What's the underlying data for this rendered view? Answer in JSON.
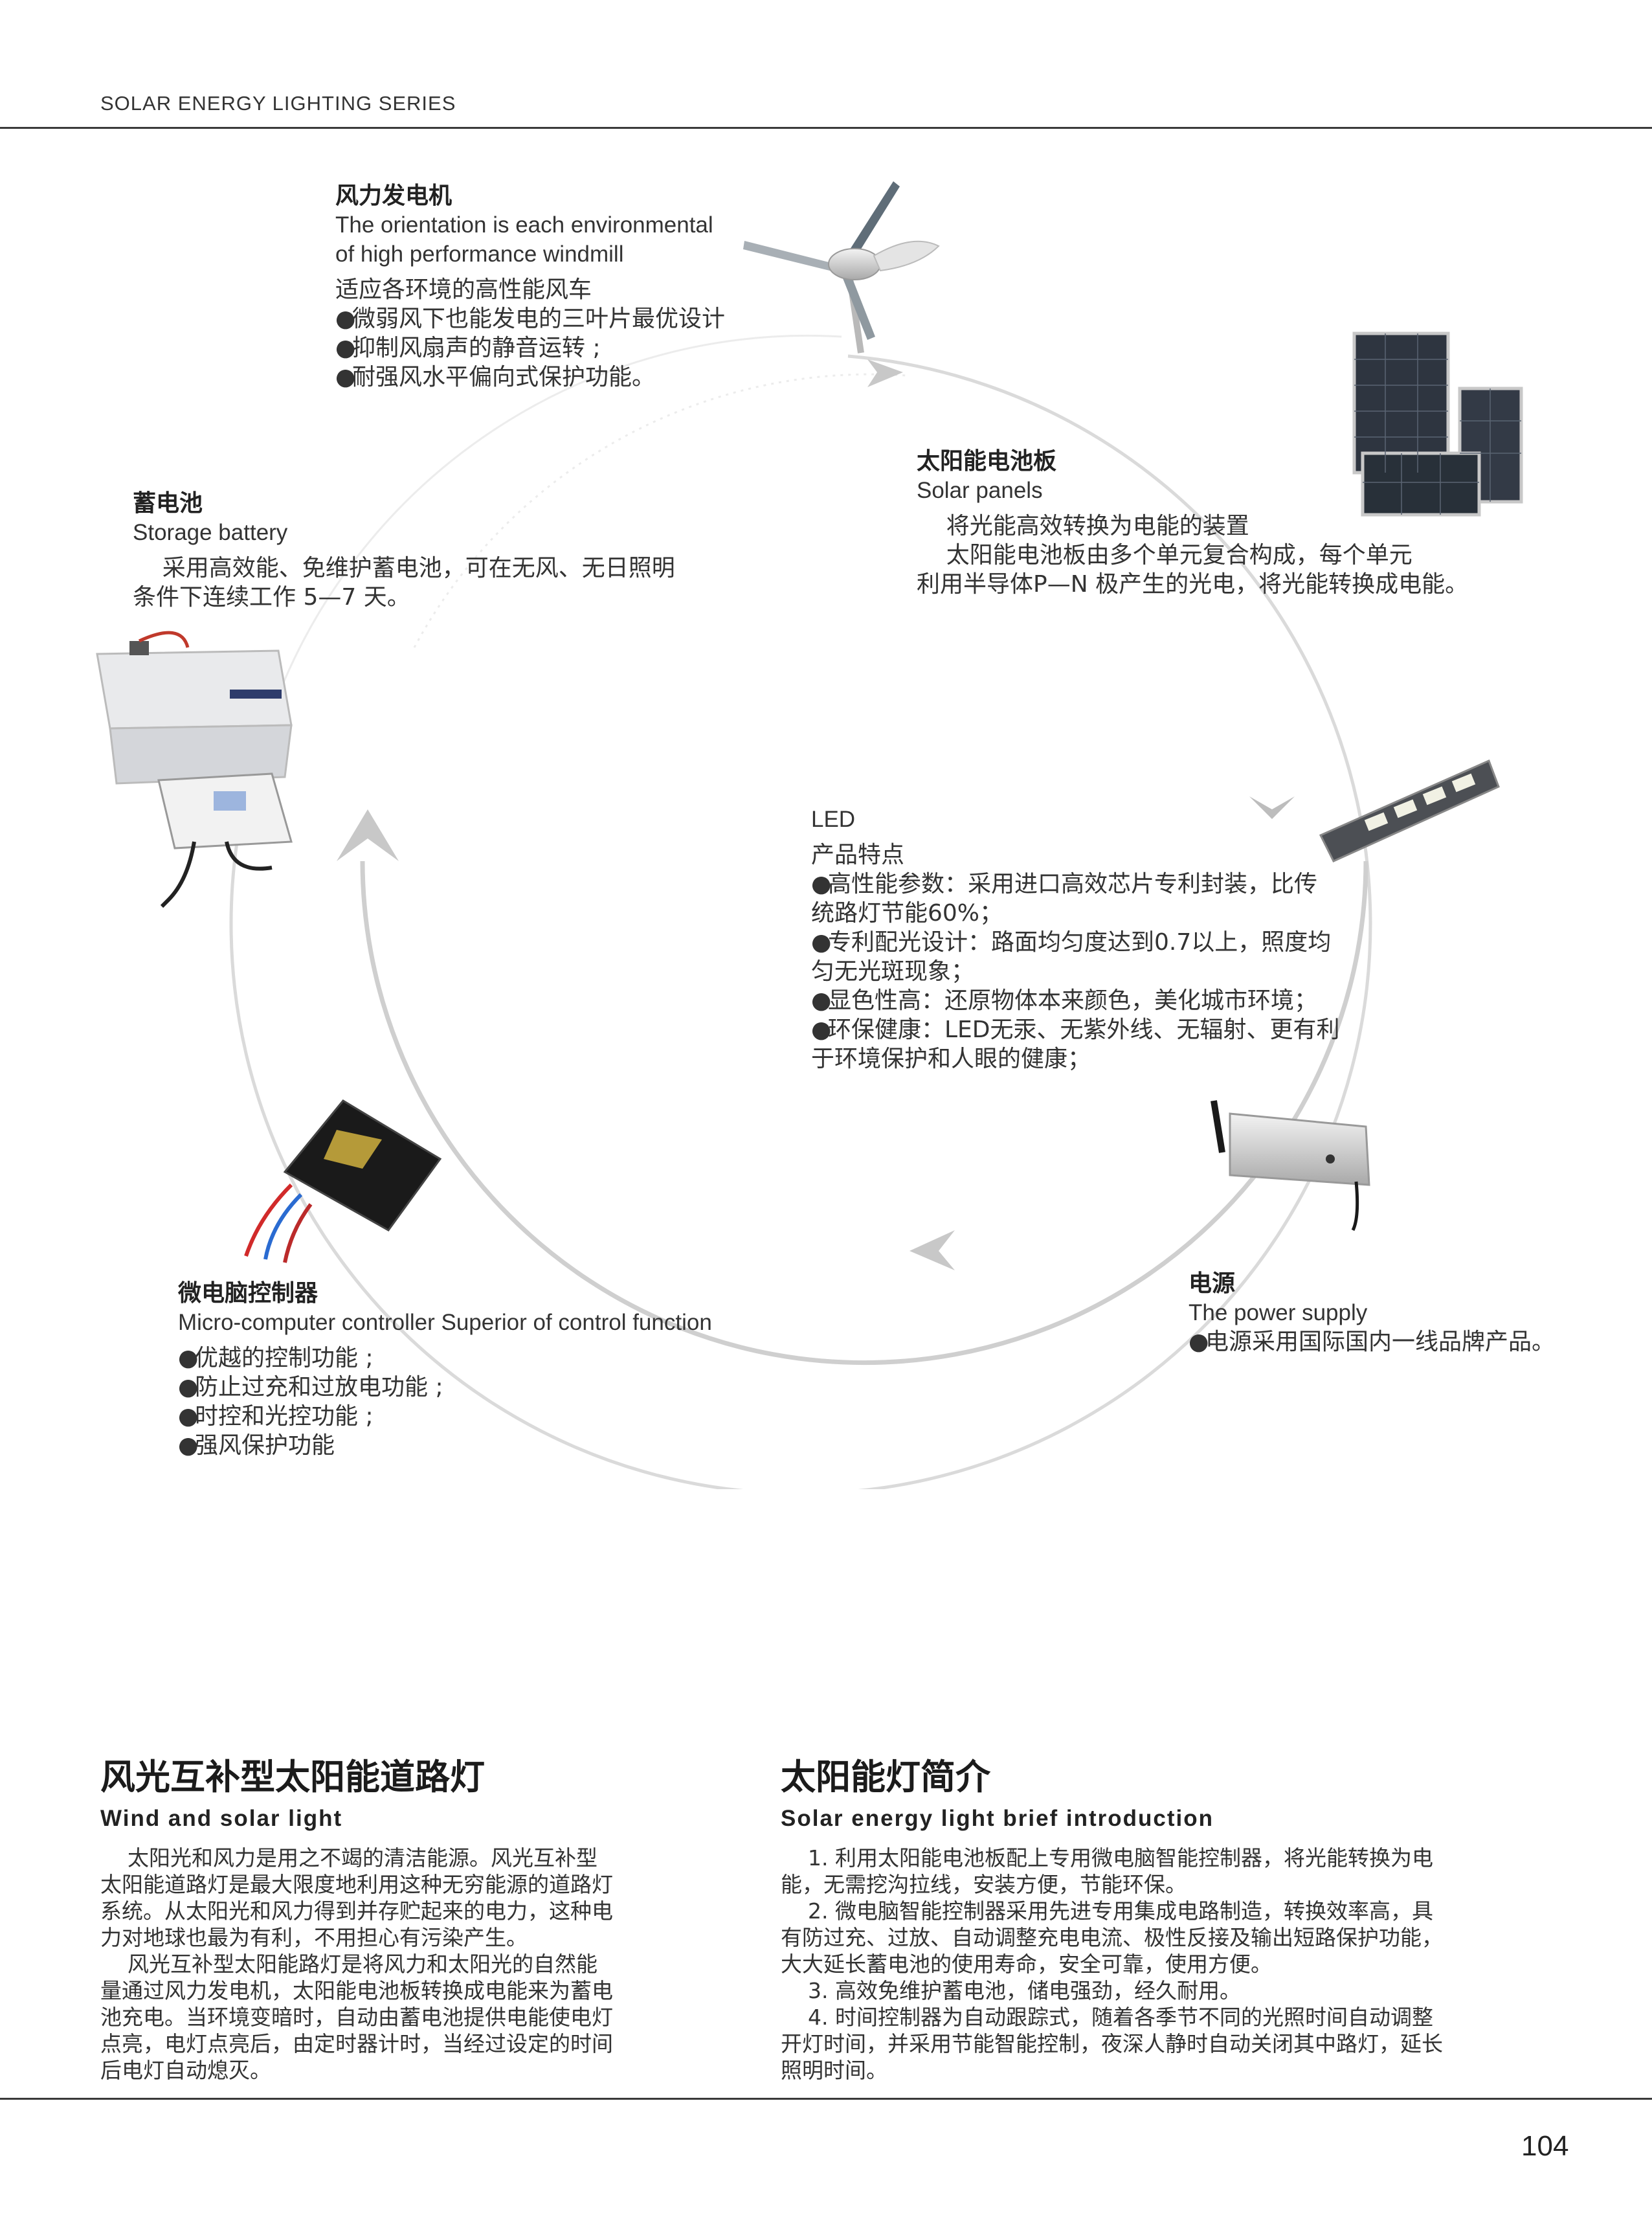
{
  "header": {
    "series": "SOLAR ENERGY LIGHTING SERIES"
  },
  "wind": {
    "title": "风力发电机",
    "en": [
      "The orientation is each environmental",
      "of high performance windmill"
    ],
    "subtitle": "适应各环境的高性能风车",
    "bullets": [
      "微弱风下也能发电的三叶片最优设计",
      "抑制风扇声的静音运转 ;",
      "耐强风水平偏向式保护功能。"
    ]
  },
  "solar": {
    "title": "太阳能电池板",
    "en": "Solar panels",
    "lines": [
      "    将光能高效转换为电能的装置",
      "    太阳能电池板由多个单元复合构成，每个单元",
      "利用半导体P—N 极产生的光电，将光能转换成电能。"
    ]
  },
  "battery": {
    "title": "蓄电池",
    "en": "Storage battery",
    "lines": [
      "    采用高效能、免维护蓄电池，可在无风、无日照明",
      "条件下连续工作 5—7 天。"
    ]
  },
  "led": {
    "title": "LED",
    "subtitle": "产品特点",
    "bullets": [
      [
        "高性能参数：采用进口高效芯片专利封装，比传",
        "统路灯节能60%；"
      ],
      [
        "专利配光设计：路面均匀度达到0.7以上，照度均",
        "匀无光斑现象；"
      ],
      [
        "显色性高：还原物体本来颜色，美化城市环境；"
      ],
      [
        "环保健康：LED无汞、无紫外线、无辐射、更有利",
        "于环境保护和人眼的健康；"
      ]
    ]
  },
  "controller": {
    "title": "微电脑控制器",
    "en": "Micro-computer controller Superior of control function",
    "bullets": [
      "优越的控制功能 ;",
      "防止过充和过放电功能 ;",
      "时控和光控功能 ;",
      "强风保护功能"
    ]
  },
  "power": {
    "title": "电源",
    "en": "The power supply",
    "bullets": [
      "电源采用国际国内一线品牌产品。"
    ]
  },
  "bottom_left": {
    "title": "风光互补型太阳能道路灯",
    "sub": "Wind and solar light",
    "body": "    太阳光和风力是用之不竭的清洁能源。风光互补型\n太阳能道路灯是最大限度地利用这种无穷能源的道路灯\n系统。从太阳光和风力得到并存贮起来的电力，这种电\n力对地球也最为有利，不用担心有污染产生。\n    风光互补型太阳能路灯是将风力和太阳光的自然能\n量通过风力发电机，太阳能电池板转换成电能来为蓄电\n池充电。当环境变暗时，自动由蓄电池提供电能使电灯\n点亮，电灯点亮后，由定时器计时，当经过设定的时间\n后电灯自动熄灭。"
  },
  "bottom_right": {
    "title": "太阳能灯简介",
    "sub": "Solar energy light brief introduction",
    "body": "    1. 利用太阳能电池板配上专用微电脑智能控制器，将光能转换为电\n能，无需挖沟拉线，安装方便，节能环保。\n    2. 微电脑智能控制器采用先进专用集成电路制造，转换效率高，具\n有防过充、过放、自动调整充电电流、极性反接及输出短路保护功能，\n大大延长蓄电池的使用寿命，安全可靠，使用方便。\n    3. 高效免维护蓄电池，储电强劲，经久耐用。\n    4. 时间控制器为自动跟踪式，随着各季节不同的光照时间自动调整\n开灯时间，并采用节能智能控制，夜深人静时自动关闭其中路灯，延长\n照明时间。"
  },
  "page_number": "104"
}
